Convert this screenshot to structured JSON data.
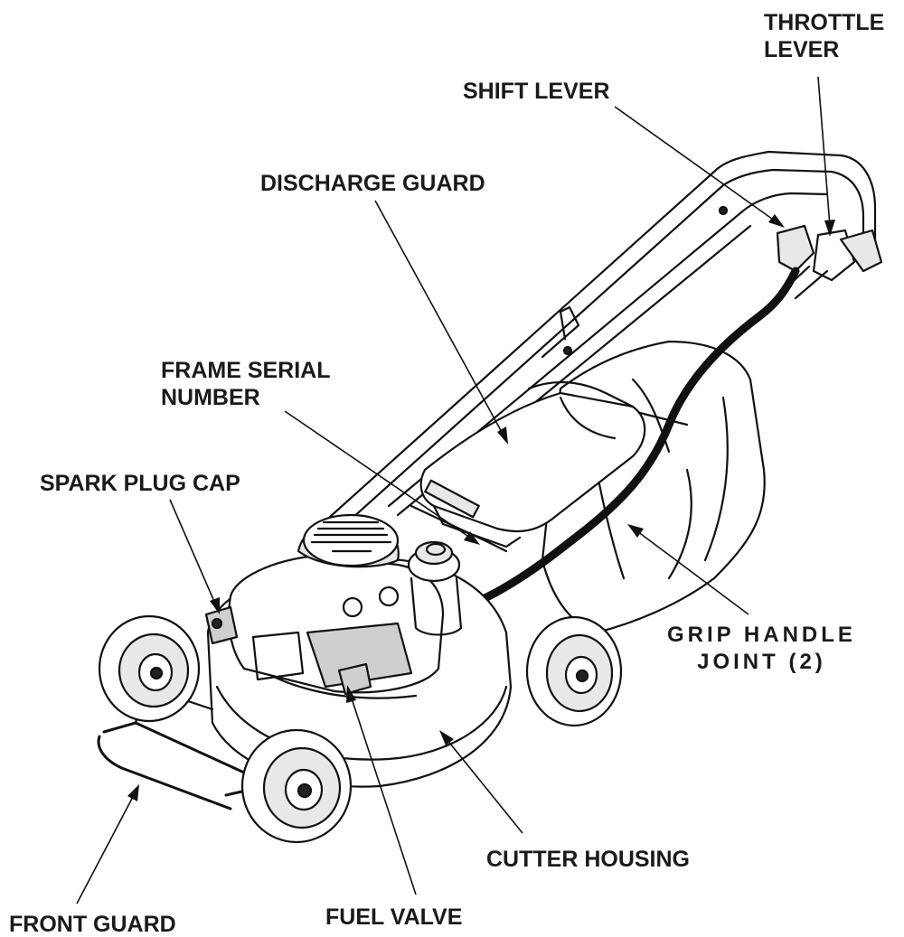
{
  "labels": {
    "throttle_lever": [
      "THROTTLE",
      "LEVER"
    ],
    "shift_lever": "SHIFT LEVER",
    "discharge_guard": "DISCHARGE GUARD",
    "frame_serial_number": [
      "FRAME SERIAL",
      "NUMBER"
    ],
    "spark_plug_cap": "SPARK PLUG CAP",
    "grip_handle_joint": [
      "GRIP HANDLE",
      "JOINT (2)"
    ],
    "cutter_housing": "CUTTER HOUSING",
    "front_guard": "FRONT GUARD",
    "fuel_valve": "FUEL VALVE"
  }
}
